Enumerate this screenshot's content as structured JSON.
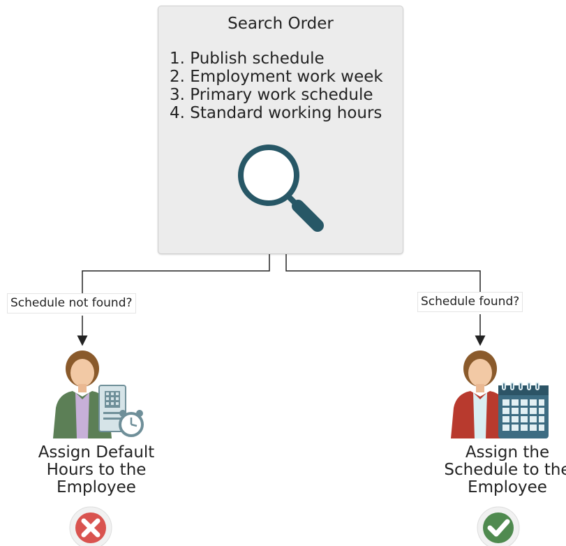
{
  "search_box": {
    "title": "Search Order",
    "items": [
      "1. Publish schedule",
      "2. Employment work week",
      "3. Primary work schedule",
      "4. Standard working hours"
    ]
  },
  "branches": {
    "left": {
      "condition": "Schedule not found?",
      "result": "Assign Default\nHours to the\nEmployee",
      "status_icon": "x-circle-icon",
      "status_color": "#d9534f"
    },
    "right": {
      "condition": "Schedule found?",
      "result": "Assign the\nSchedule to the\nEmployee",
      "status_icon": "check-circle-icon",
      "status_color": "#4f8a4f"
    }
  },
  "colors": {
    "magnifier": "#275766",
    "box_background": "#ececec",
    "left_jacket": "#5c7f56",
    "right_jacket": "#b83a2e",
    "calendar": "#3d6c82"
  }
}
